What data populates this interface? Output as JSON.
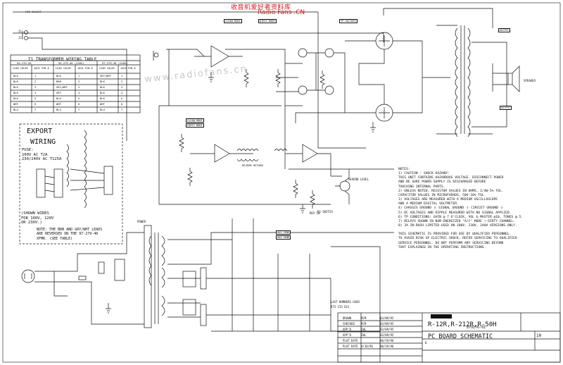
{
  "watermark": {
    "red_line": "收音机爱好者资料库",
    "site": "Radio Fans .CN",
    "gray": "www.radiofans.cn"
  },
  "transformer_table": {
    "title": "T1 TRANSFORMER WIRING TABLE",
    "columns": [
      "94-279-26",
      "94-279-46 (230V)",
      "97-279-46 (240V)"
    ],
    "subheaders": [
      "LEAD COLOR",
      "JACK PIN #",
      "LEAD COLOR",
      "JACK PIN #",
      "LEAD COLOR",
      "JACK PIN #"
    ],
    "rows": [
      [
        "BLK",
        "1",
        "BLK",
        "1",
        "GRY/WHT",
        "1"
      ],
      [
        "BLK",
        "2",
        "BRN",
        "2",
        "BLK",
        "2"
      ],
      [
        "BLK",
        "3",
        "GRY/WHT",
        "3",
        "BLK",
        "3"
      ],
      [
        "BLK",
        "4",
        "GRY",
        "4",
        "BLK",
        "4"
      ],
      [
        "BLK",
        "5",
        "BLK",
        "5",
        "BLK",
        "5"
      ],
      [
        "WHT",
        "6",
        "WHT",
        "6",
        "WHT",
        "6"
      ],
      [
        "BLU",
        "7",
        "BLU",
        "7",
        "BLU",
        "7"
      ]
    ]
  },
  "export_wiring": {
    "title": "EXPORT",
    "subtitle": "WIRING",
    "fuse_lines": [
      "FUSE:",
      "100V AC     T2A",
      "230/240V AC T125A"
    ],
    "shown_wires": [
      "(SHOWN WIRES",
      "FOR 100V, 120V",
      "OR 230V.)"
    ],
    "note_lines": [
      "NOTE:  THE BRN AND GRY/WHT LEADS",
      "ARE REVERSED ON THE 97-279-46",
      "XFMR. (SEE TABLE)"
    ]
  },
  "notes": {
    "heading": "NOTES:",
    "lines": [
      "1) CAUTION : SHOCK HAZARD!",
      "   THIS UNIT CONTAINS HAZARDOUS VOLTAGE. DISCONNECT POWER",
      "   AND BE SURE POWER SUPPLY IS DISCHARGED BEFORE",
      "   TOUCHING INTERNAL PARTS.",
      "2) UNLESS NOTED, RESISTOR VALUES IN OHMS, 1/4W-5% TOL.",
      "   CAPACITOR VALUES IN MICROFARADS, 50V-10% TOL.",
      "3) VOLTAGES ARE MEASURED WITH A MEDIUM OSCILLOSCOPE",
      "   AND A MEDIUM DIGITAL VOLTMETER.",
      "4) CHASSIS GROUND  ⏚    SIGNAL GROUND ⏚    CIRCUIT GROUND ⏚",
      "5) DC VOLTAGES AND RIPPLE MEASURED WITH NO SIGNAL APPLIED.",
      "6) TP CONDITIONS: GAIN @ 7 O'CLOCK, VOL & MASTER @10, TONES @ 5.",
      "7) RELAYS SHOWN IN NON-ENERGIZED \"A/C\" MODE + DIRTY CHANNEL.",
      "8) 3A IN-RUSH LIMITER USED ON 100V, 230V, 240V VERSIONS ONLY.",
      "",
      "THIS SCHEMATIC IS PROVIDED FOR USE BY QUALIFIED PERSONNEL.",
      "TO AVOID RISK OF ELECTRIC SHOCK, REFER SERVICING TO QUALIFIED",
      "SERVICE PERSONNEL.  DO NOT PERFORM ANY SERVICING BEYOND",
      "THAT EXPLAINED IN THE OPERATING INSTRUCTIONS."
    ]
  },
  "title_block": {
    "model": "R-12R,R-212R,R-50H",
    "title": "PC BOARD SCHEMATIC",
    "dwg_number": "079276-01",
    "sheet_size": "B",
    "rev": "10",
    "last_number_label": "LAST NUMBERS USED",
    "last_number_values": "R75   C35   D21",
    "rows": [
      [
        "DRAWN",
        "RCM",
        "03/09/95"
      ],
      [
        "CHECKED",
        "RCM",
        "03/09/95"
      ],
      [
        "APP'D",
        "CWL",
        "03/09/95"
      ],
      [
        "APP'D",
        "CWL",
        "03/09/95"
      ],
      [
        "PLOT DATE",
        "",
        "08/19/96"
      ],
      [
        "PLOT DATE",
        "4/18/96",
        "08/19/96"
      ]
    ]
  },
  "labels": {
    "for_select": "FOR SELECT",
    "j1": "J1",
    "j2": "J2",
    "rev_in": "REV IN",
    "reverb_level": "REVERB LEVEL",
    "reverb_return": "REVERB RETURN",
    "speaker": "SPEAKER",
    "fs_switch": "FS SWITCH",
    "power": "POWER",
    "output": "OUTPUT",
    "clean_mode": "CLEAN MODE",
    "dirty_mode": "DIRTY MODE",
    "aux_send": "AUX SEND",
    "tp_voltage": "TP VOLTAGE"
  }
}
